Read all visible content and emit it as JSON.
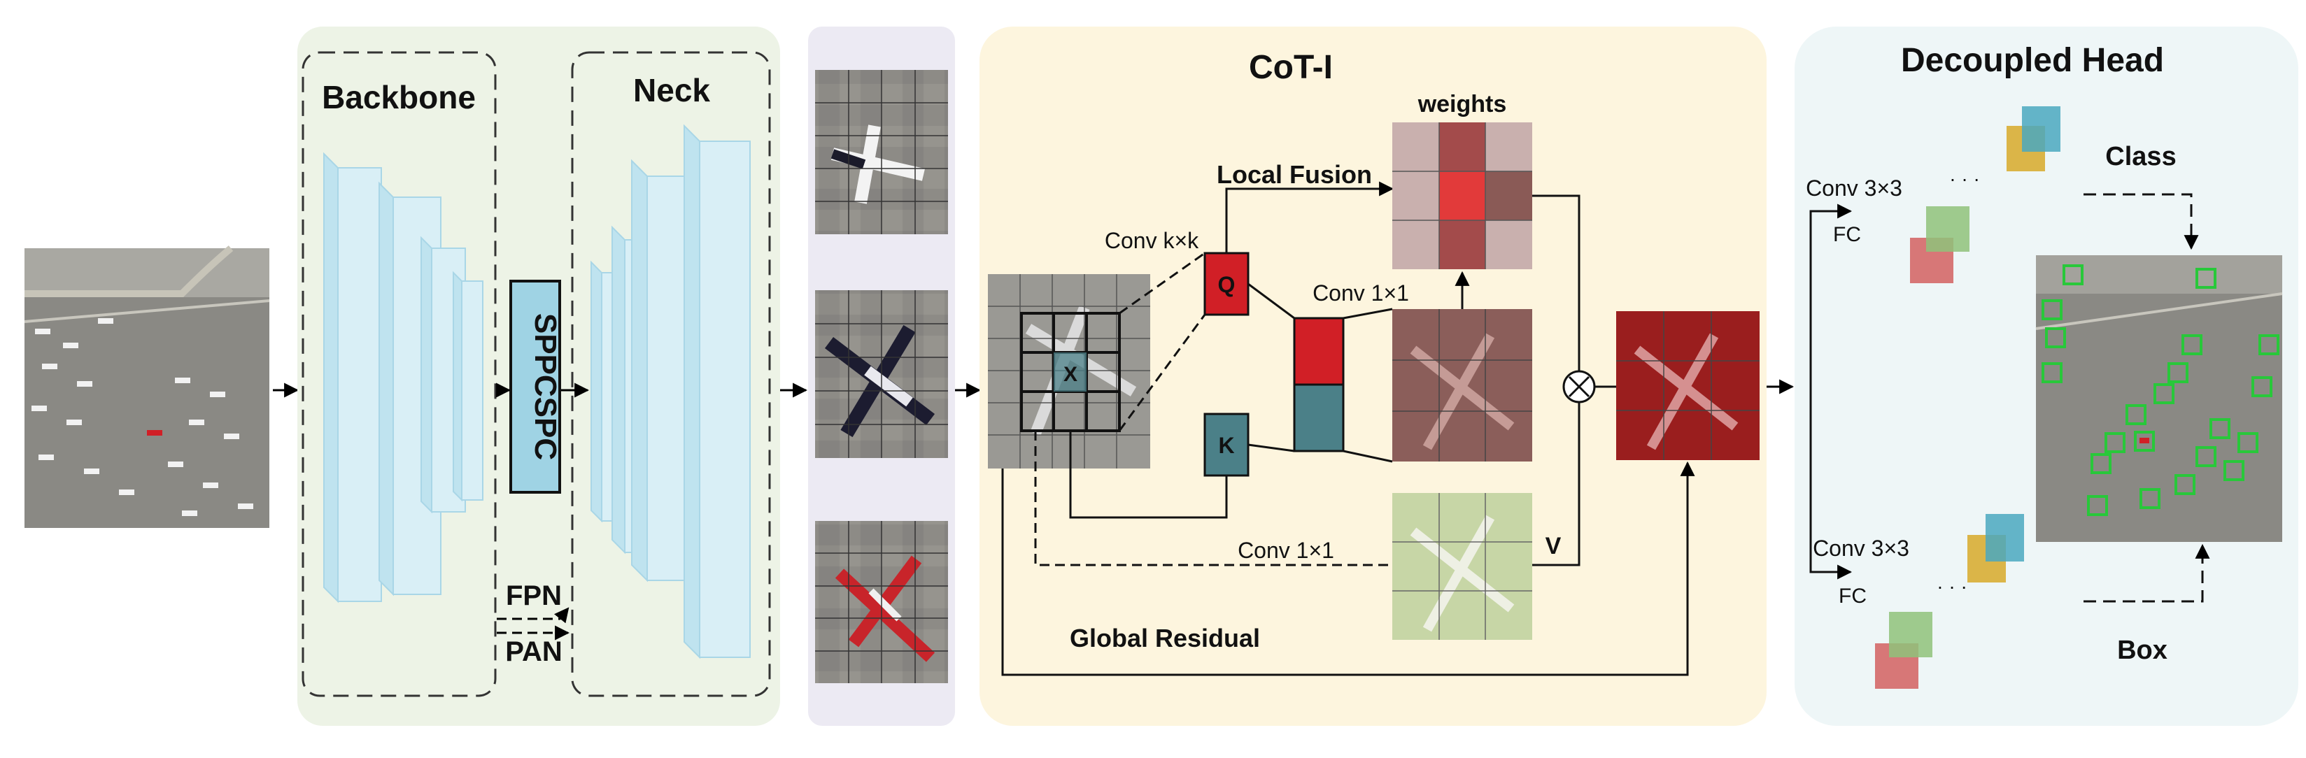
{
  "sections": {
    "backbone": "Backbone",
    "neck": "Neck",
    "cot": "CoT-I",
    "head": "Decoupled Head"
  },
  "labels": {
    "sppcspc": "SPPCSPC",
    "fpn": "FPN",
    "pan": "PAN",
    "weights": "weights",
    "local_fusion": "Local Fusion",
    "conv_kxk": "Conv k×k",
    "conv_1x1_top": "Conv 1×1",
    "conv_1x1_bottom": "Conv 1×1",
    "q": "Q",
    "k": "K",
    "v": "V",
    "x": "X",
    "global_residual": "Global Residual",
    "conv3_top": "Conv 3×3",
    "fc_top": "FC",
    "conv3_bottom": "Conv 3×3",
    "fc_bottom": "FC",
    "dots_top": "· · ·",
    "dots_bottom": "· · ·",
    "class": "Class",
    "box": "Box"
  },
  "colors": {
    "backbone_bg": "#edf3e6",
    "samples_bg": "#eceaf3",
    "cot_bg": "#fdf5de",
    "head_bg": "#eef6f7",
    "layer_fill": "#d9eff6",
    "layer_stroke": "#a9d6e7",
    "spp_fill": "#9fd3e4",
    "q_red": "#d11f26",
    "k_teal": "#4b8088",
    "weights_tint": "#9c3a3a",
    "value_tint": "#c7d6a6",
    "output_tint": "#9a1e1e",
    "head_green": "#8fc27a",
    "head_red": "#d26060",
    "head_blue": "#4aa8c0",
    "head_yellow": "#d9b13e",
    "detect_box": "#28c83a"
  }
}
